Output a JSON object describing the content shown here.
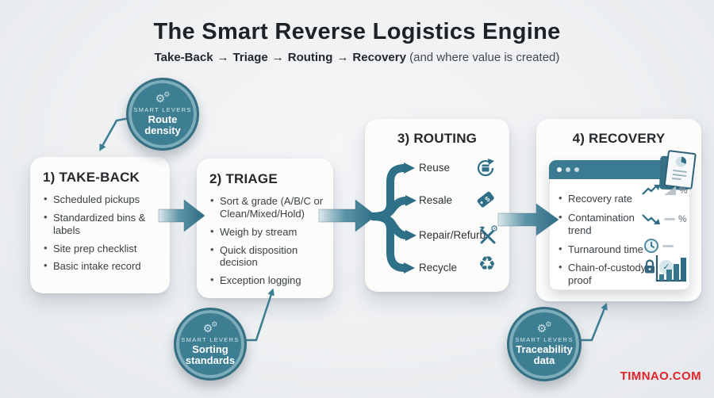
{
  "title": "The Smart Reverse Logistics Engine",
  "subtitle": {
    "stages": [
      "Take-Back",
      "Triage",
      "Routing",
      "Recovery"
    ],
    "arrow": "→",
    "suffix": "(and where value is created)"
  },
  "badges": [
    {
      "eyebrow": "SMART LEVERS",
      "label": "Route density",
      "icon": "gears-icon"
    },
    {
      "eyebrow": "SMART LEVERS",
      "label": "Sorting standards",
      "icon": "gears-icon"
    },
    {
      "eyebrow": "SMART LEVERS",
      "label": "Traceability data",
      "icon": "gears-icon"
    }
  ],
  "boxes": {
    "take_back": {
      "heading": "1) TAKE-BACK",
      "bullets": [
        "Scheduled pickups",
        "Standardized bins & labels",
        "Site prep checklist",
        "Basic intake record"
      ]
    },
    "triage": {
      "heading": "2) TRIAGE",
      "bullets": [
        "Sort & grade (A/B/C or Clean/Mixed/Hold)",
        "Weigh by stream",
        "Quick disposition decision",
        "Exception logging"
      ]
    },
    "routing": {
      "heading": "3) ROUTING",
      "channels": [
        {
          "label": "Reuse",
          "icon": "reuse-icon"
        },
        {
          "label": "Resale",
          "icon": "resale-tag-icon"
        },
        {
          "label": "Repair/Refurb",
          "icon": "repair-tools-icon"
        },
        {
          "label": "Recycle",
          "icon": "recycle-icon"
        }
      ]
    },
    "recovery": {
      "heading": "4) RECOVERY",
      "metrics": [
        {
          "label": "Recovery rate",
          "icon": "trend-up-icon",
          "unit": "%"
        },
        {
          "label": "Contamination trend",
          "icon": "trend-down-icon",
          "unit": "%"
        },
        {
          "label": "Turnaround time",
          "icon": "clock-icon"
        },
        {
          "label": "Chain-of-custody proof",
          "icon": "lock-check-icon"
        }
      ],
      "window_icons": [
        "report-doc-icon",
        "bar-chart-icon"
      ]
    }
  },
  "icon_glyphs": {
    "gear": "⚙",
    "recycle": "♻",
    "check": "✓",
    "dollar": "$"
  },
  "watermark": "TIMNAO.COM",
  "colors": {
    "teal": "#3a7b91",
    "teal_dark": "#2e6d86",
    "arrow_tail": "#dde9ec",
    "background": "#eef0f2",
    "card": "#fcfcfb",
    "text_dark": "#25282c",
    "text_body": "#3a4045",
    "watermark_red": "#e0242b",
    "icon_gray": "#b9c3c9"
  }
}
